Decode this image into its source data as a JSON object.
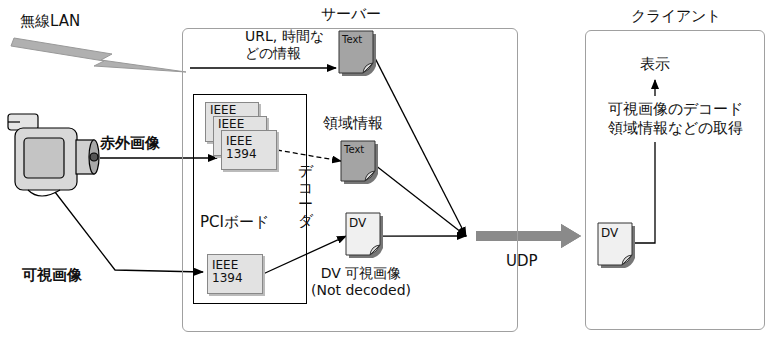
{
  "diagram": {
    "nodes": [
      {
        "text": [
          "サーバー"
        ]
      },
      {
        "text": [
          "クライアント"
        ]
      },
      {
        "text": [
          "PCIボード"
        ],
        "in": 0
      },
      {
        "text": [
          "IEEE"
        ],
        "in": 2
      },
      {
        "text": [
          "IEEE"
        ],
        "in": 2
      },
      {
        "text": [
          "IEEE 1394"
        ],
        "in": 2
      },
      {
        "text": [
          "IEEE 1394"
        ],
        "in": 2
      },
      {
        "text": [
          "Text",
          "URL, 時間な どの情報"
        ],
        "in": 0
      },
      {
        "text": [
          "Text",
          "領域情報"
        ],
        "in": 0
      },
      {
        "text": [
          "DV",
          "DV 可視画像 (Not decoded)"
        ],
        "in": 0
      },
      {
        "text": [
          "DV"
        ],
        "in": 1
      }
    ],
    "edges": [
      {
        "from": 5,
        "to": 8,
        "arrow": "to"
      },
      {
        "from": 6,
        "to": 9,
        "arrow": "to"
      },
      {
        "from": 7,
        "to": 1,
        "arrow": "to"
      },
      {
        "from": 8,
        "to": 1,
        "arrow": "to"
      },
      {
        "from": 9,
        "to": 1,
        "arrow": "to"
      }
    ],
    "labels": [
      "無線LAN",
      "赤外画像",
      "可視画像",
      "デコーダ",
      "UDP",
      "表示",
      "可視画像のデコード 領域情報などの取得"
    ]
  }
}
